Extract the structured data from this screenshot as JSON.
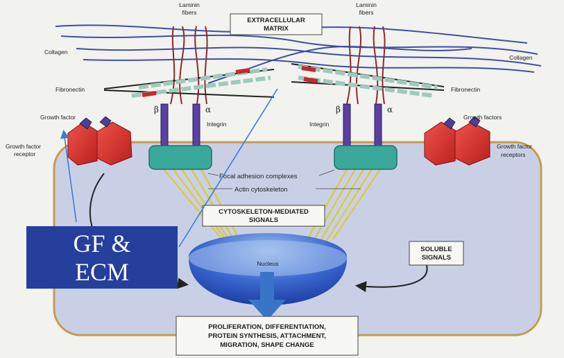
{
  "labels": {
    "extracellular_matrix": [
      "EXTRACELLULAR",
      "MATRIX"
    ],
    "laminin_left": [
      "Laminin",
      "fibers"
    ],
    "laminin_right": [
      "Laminin",
      "fibers"
    ],
    "collagen_left": "Collagen",
    "collagen_right": "Collagen",
    "fibronectin_left": "Fibronectin",
    "fibronectin_right": "Fibronectin",
    "beta_left": "β",
    "alpha_left": "α",
    "beta_right": "β",
    "alpha_right": "α",
    "integrin_left": "Integrin",
    "integrin_right": "Integrin",
    "growth_factor": "Growth factor",
    "growth_factors": "Growth factors",
    "gf_receptor_left": [
      "Growth factor",
      "receptor"
    ],
    "gf_receptor_right": [
      "Growth factor",
      "receptors"
    ],
    "focal_adhesion": "Focal adhesion complexes",
    "actin": "Actin cytoskeleton",
    "cytoskeleton_signals": [
      "CYTOSKELETON-MEDIATED",
      "SIGNALS"
    ],
    "soluble_signals": [
      "SOLUBLE",
      "SIGNALS"
    ],
    "nucleus": "Nucleus",
    "outcomes": [
      "PROLIFERATION, DIFFERENTIATION,",
      "PROTEIN SYNTHESIS, ATTACHMENT,",
      "MIGRATION, SHAPE CHANGE"
    ]
  },
  "overlay": {
    "lines": [
      "GF &",
      "ECM"
    ]
  },
  "colors": {
    "cell_fill": "#c9d0e6",
    "cell_border": "#c89a4a",
    "collagen": "#3e4ea6",
    "laminin": "#8b2a2a",
    "integrin": "#5b3fa3",
    "focal_adhesion": "#3aa99c",
    "receptor": "#d8322d",
    "nucleus": "#2c56c2",
    "overlay_bg": "#263f9c",
    "arrow_blue": "#3a74c9"
  }
}
